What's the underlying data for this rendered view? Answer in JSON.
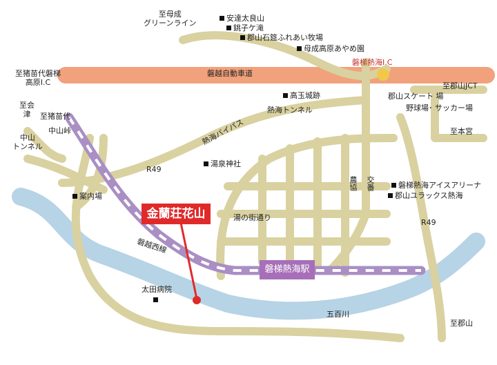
{
  "map": {
    "labels": {
      "boseiline": "至母成\nグリーンライン",
      "inawashiro": "至猪苗代磐梯\n高原I.C",
      "aizu": "至会\n津",
      "inawashiro2": "至猪苗代",
      "nakayamatoge": "中山峠",
      "nakayamatunnel": "中山\nトンネル",
      "r49_left": "R49",
      "r49_right": "R49",
      "tsuno": "至郡山JCT",
      "motomiya": "至本宮",
      "koriyama": "至郡山",
      "gohyakugawa": "五百川",
      "yunomachi": "湯の街通り",
      "bansei": "磐越西線",
      "atamitunnel": "熱海トンネル",
      "bypass": "熱海バイパス",
      "nokyo": "農協",
      "koban": "交番"
    },
    "pois": {
      "adatara": "安達太良山",
      "choshigataki": "銚子ケ滝",
      "ishimushiro": "郡山石筵ふれあい牧場",
      "bonari": "母成高原あやめ園",
      "takatama": "高玉城跡",
      "skate": "郡山スケート 場",
      "yakyujo": "野球場･ サッカー場",
      "yusen": "湯泉神社",
      "annaijo": "案内場",
      "iceArena": "磐梯熱海アイスアリーナ",
      "ulux": "郡山ユラックス熱海",
      "ota": "太田病院"
    },
    "highway": "磐越自動車道",
    "ic": "磐梯熱海I.C",
    "station": "磐梯熱海駅",
    "destination": "金蘭荘花山"
  },
  "colors": {
    "road": "#d9d1a0",
    "river": "#b7d3e6",
    "highway": "#f1a27c",
    "rail": "#a98fc4",
    "accent": "#e02a2a"
  }
}
